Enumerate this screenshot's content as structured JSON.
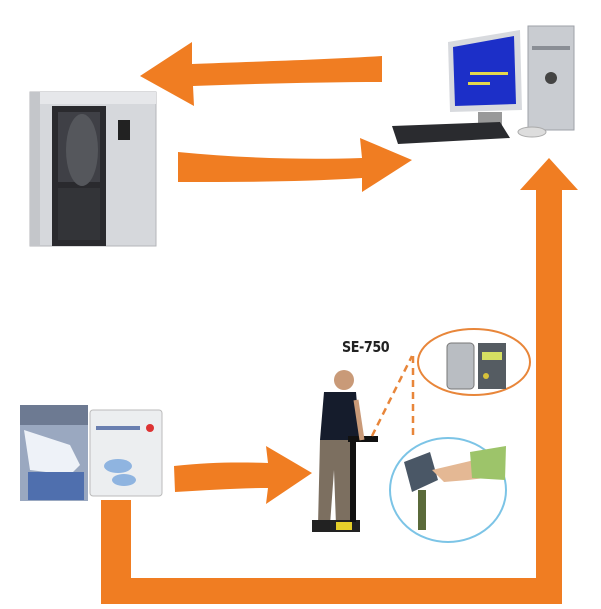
{
  "colors": {
    "arrow": "#f07d22",
    "oval_outline": "#e8863a",
    "circle_outline": "#7cc4e6"
  },
  "model_label": "SE-750",
  "nodes": [
    {
      "id": "air-shower-cabinet",
      "icon": "cabinet-photo"
    },
    {
      "id": "computer",
      "icon": "desktop-computer-photo"
    },
    {
      "id": "glove-and-reader-panel",
      "icon": "card-reader-photo"
    },
    {
      "id": "esd-tester-station",
      "icon": "person-tester-photo"
    },
    {
      "id": "tester-detail",
      "icon": "tester-closeup-photo"
    }
  ]
}
